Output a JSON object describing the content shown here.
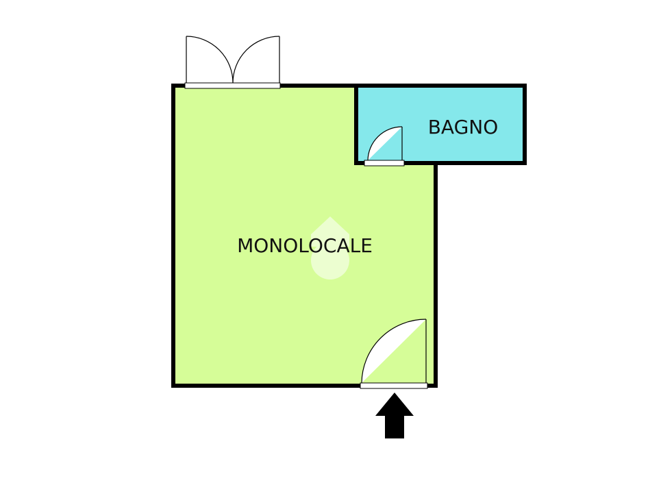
{
  "plan": {
    "rooms": [
      {
        "id": "monolocale",
        "label": "MONOLOCALE",
        "fill": "#d6fd98"
      },
      {
        "id": "bagno",
        "label": "BAGNO",
        "fill": "#85e8eb"
      }
    ],
    "wall_color": "#000000",
    "watermark_color": "#ffffff",
    "entrance_arrow_color": "#000000",
    "icons": [
      "french-window-icon",
      "door-icon",
      "entrance-arrow-icon",
      "watermark-logo-icon"
    ]
  }
}
